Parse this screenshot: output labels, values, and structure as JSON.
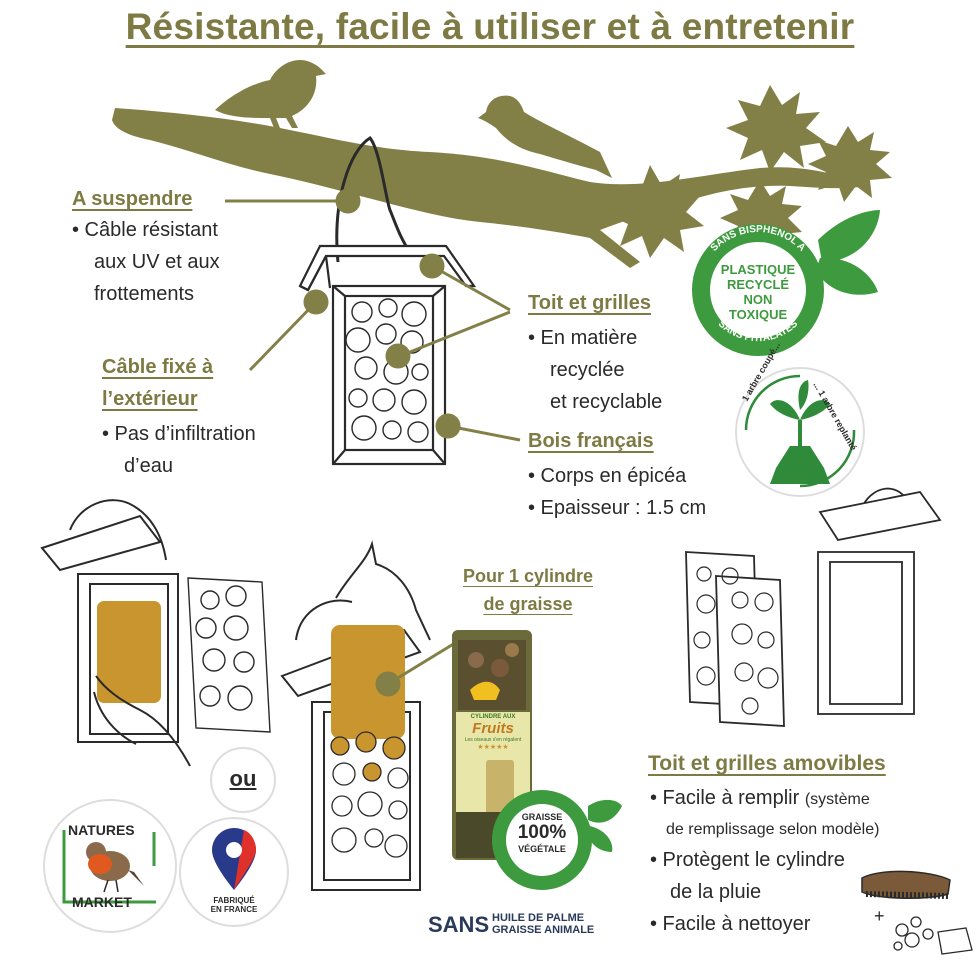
{
  "title": "Résistante, facile à utiliser et à entretenir",
  "colors": {
    "olive": "#7d7a43",
    "green": "#3e9a3e",
    "honey": "#c9952f",
    "dark": "#2a2a2a"
  },
  "sections": {
    "suspendre": {
      "heading": "A suspendre",
      "lines": [
        "• Câble résistant",
        "aux UV et aux",
        "frottements"
      ]
    },
    "cable": {
      "heading_1": "Câble fixé à",
      "heading_2": "l’extérieur",
      "lines": [
        "• Pas d’infiltration",
        "d’eau"
      ]
    },
    "toit": {
      "heading": "Toit et grilles",
      "lines": [
        "• En matière",
        "recyclée",
        "et recyclable"
      ]
    },
    "bois": {
      "heading": "Bois français",
      "lines": [
        "• Corps en épicéa",
        "• Epaisseur : 1.5 cm"
      ]
    },
    "cylindre": {
      "heading_1": "Pour 1 cylindre",
      "heading_2": "de graisse"
    },
    "amovibles": {
      "heading": "Toit et grilles amovibles",
      "item1": "• Facile à remplir",
      "item1_note_a": "(système",
      "item1_note_b": "de remplissage selon modèle)",
      "item2_a": "• Protègent le cylindre",
      "item2_b": "de la pluie",
      "item3": "• Facile à nettoyer",
      "plus": "+"
    },
    "ou": "ou"
  },
  "badges": {
    "plastique": {
      "top_arc": "SANS BISPHENOL A",
      "lines": [
        "PLASTIQUE",
        "RECYCLÉ",
        "NON",
        "TOXIQUE"
      ],
      "bottom_arc": "SANS PHTALATES"
    },
    "arbre": {
      "left_arc": "1 arbre coupé...",
      "right_arc": "... 1 arbre replanté"
    },
    "graisse": {
      "top": "GRAISSE",
      "middle": "100%",
      "bottom": "VÉGÉTALE"
    },
    "natures": {
      "line1": "NATURES",
      "line2": "MARKET"
    },
    "fabrique": {
      "line1": "FABRIQUÉ",
      "line2": "EN FRANCE"
    },
    "sans": {
      "big": "SANS",
      "line1": "HUILE DE PALME",
      "line2": "GRAISSE ANIMALE"
    }
  },
  "product": {
    "label_small": "CYLINDRE AUX",
    "label_brand": "Fruits",
    "label_sub": "Les oiseaux s'en régalent",
    "stars": "★★★★★"
  },
  "icons": [
    "bird-icon",
    "maple-leaf-icon",
    "leaf-icon",
    "sapling-icon",
    "robin-icon",
    "location-pin-icon",
    "brush-icon",
    "soap-bubbles-icon"
  ]
}
